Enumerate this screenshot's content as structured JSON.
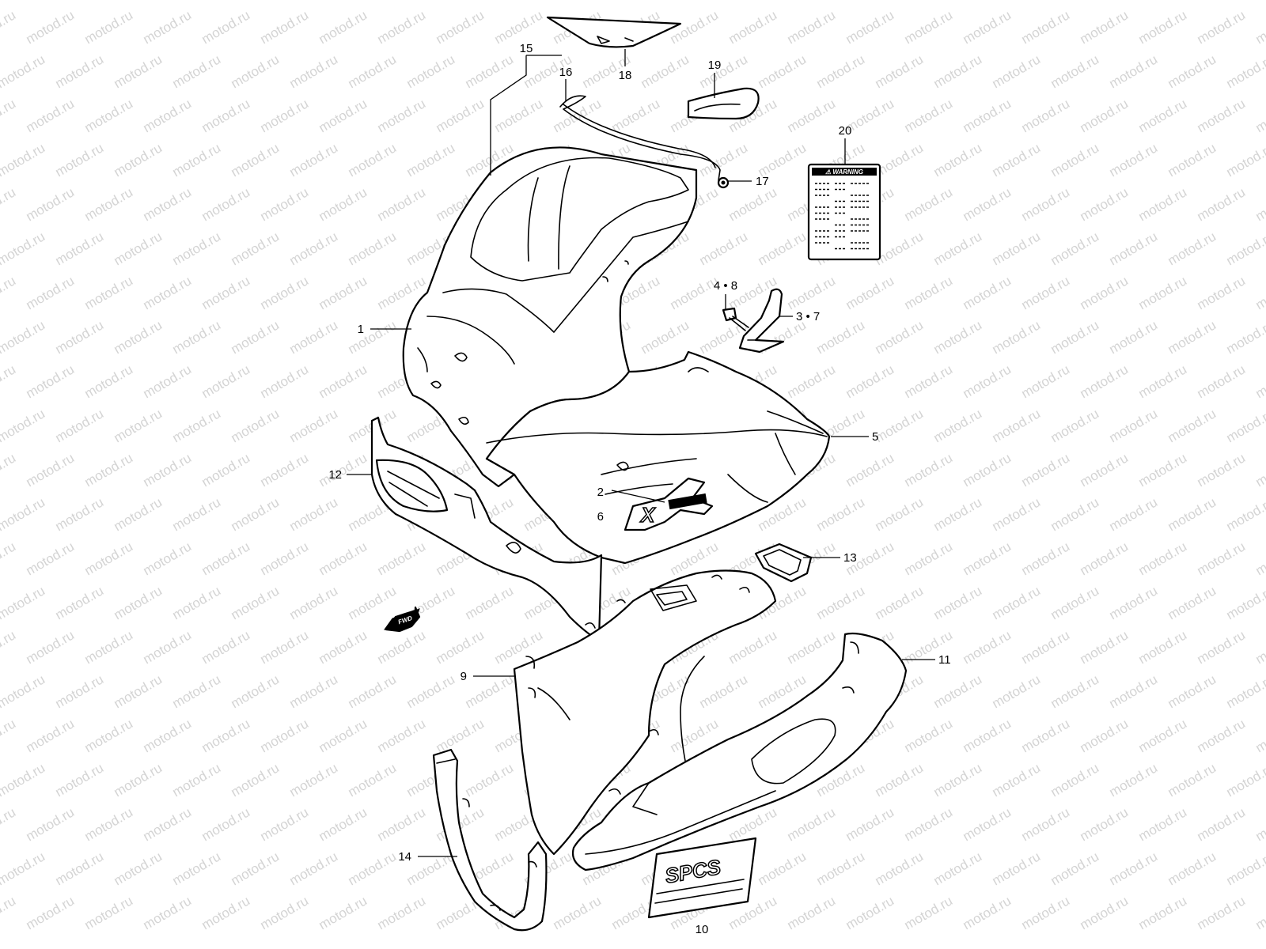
{
  "watermark": "motod.ru",
  "callouts": [
    {
      "id": "c1",
      "text": "1"
    },
    {
      "id": "c2",
      "text": "2"
    },
    {
      "id": "c5",
      "text": "5"
    },
    {
      "id": "c6",
      "text": "6"
    },
    {
      "id": "c9",
      "text": "9"
    },
    {
      "id": "c10",
      "text": "10"
    },
    {
      "id": "c11",
      "text": "11"
    },
    {
      "id": "c12",
      "text": "12"
    },
    {
      "id": "c13",
      "text": "13"
    },
    {
      "id": "c14",
      "text": "14"
    },
    {
      "id": "c15",
      "text": "15"
    },
    {
      "id": "c16",
      "text": "16"
    },
    {
      "id": "c17",
      "text": "17"
    },
    {
      "id": "c18",
      "text": "18"
    },
    {
      "id": "c19",
      "text": "19"
    },
    {
      "id": "c20",
      "text": "20"
    },
    {
      "id": "c48",
      "text": "4 • 8"
    },
    {
      "id": "c37",
      "text": "3 • 7"
    }
  ],
  "warning_label": {
    "title": "⚠ WARNING"
  },
  "fwd_arrow": {
    "text": "FWD"
  },
  "decal_10": {
    "text": "SPCS"
  },
  "decal_x": {
    "text": "X"
  }
}
